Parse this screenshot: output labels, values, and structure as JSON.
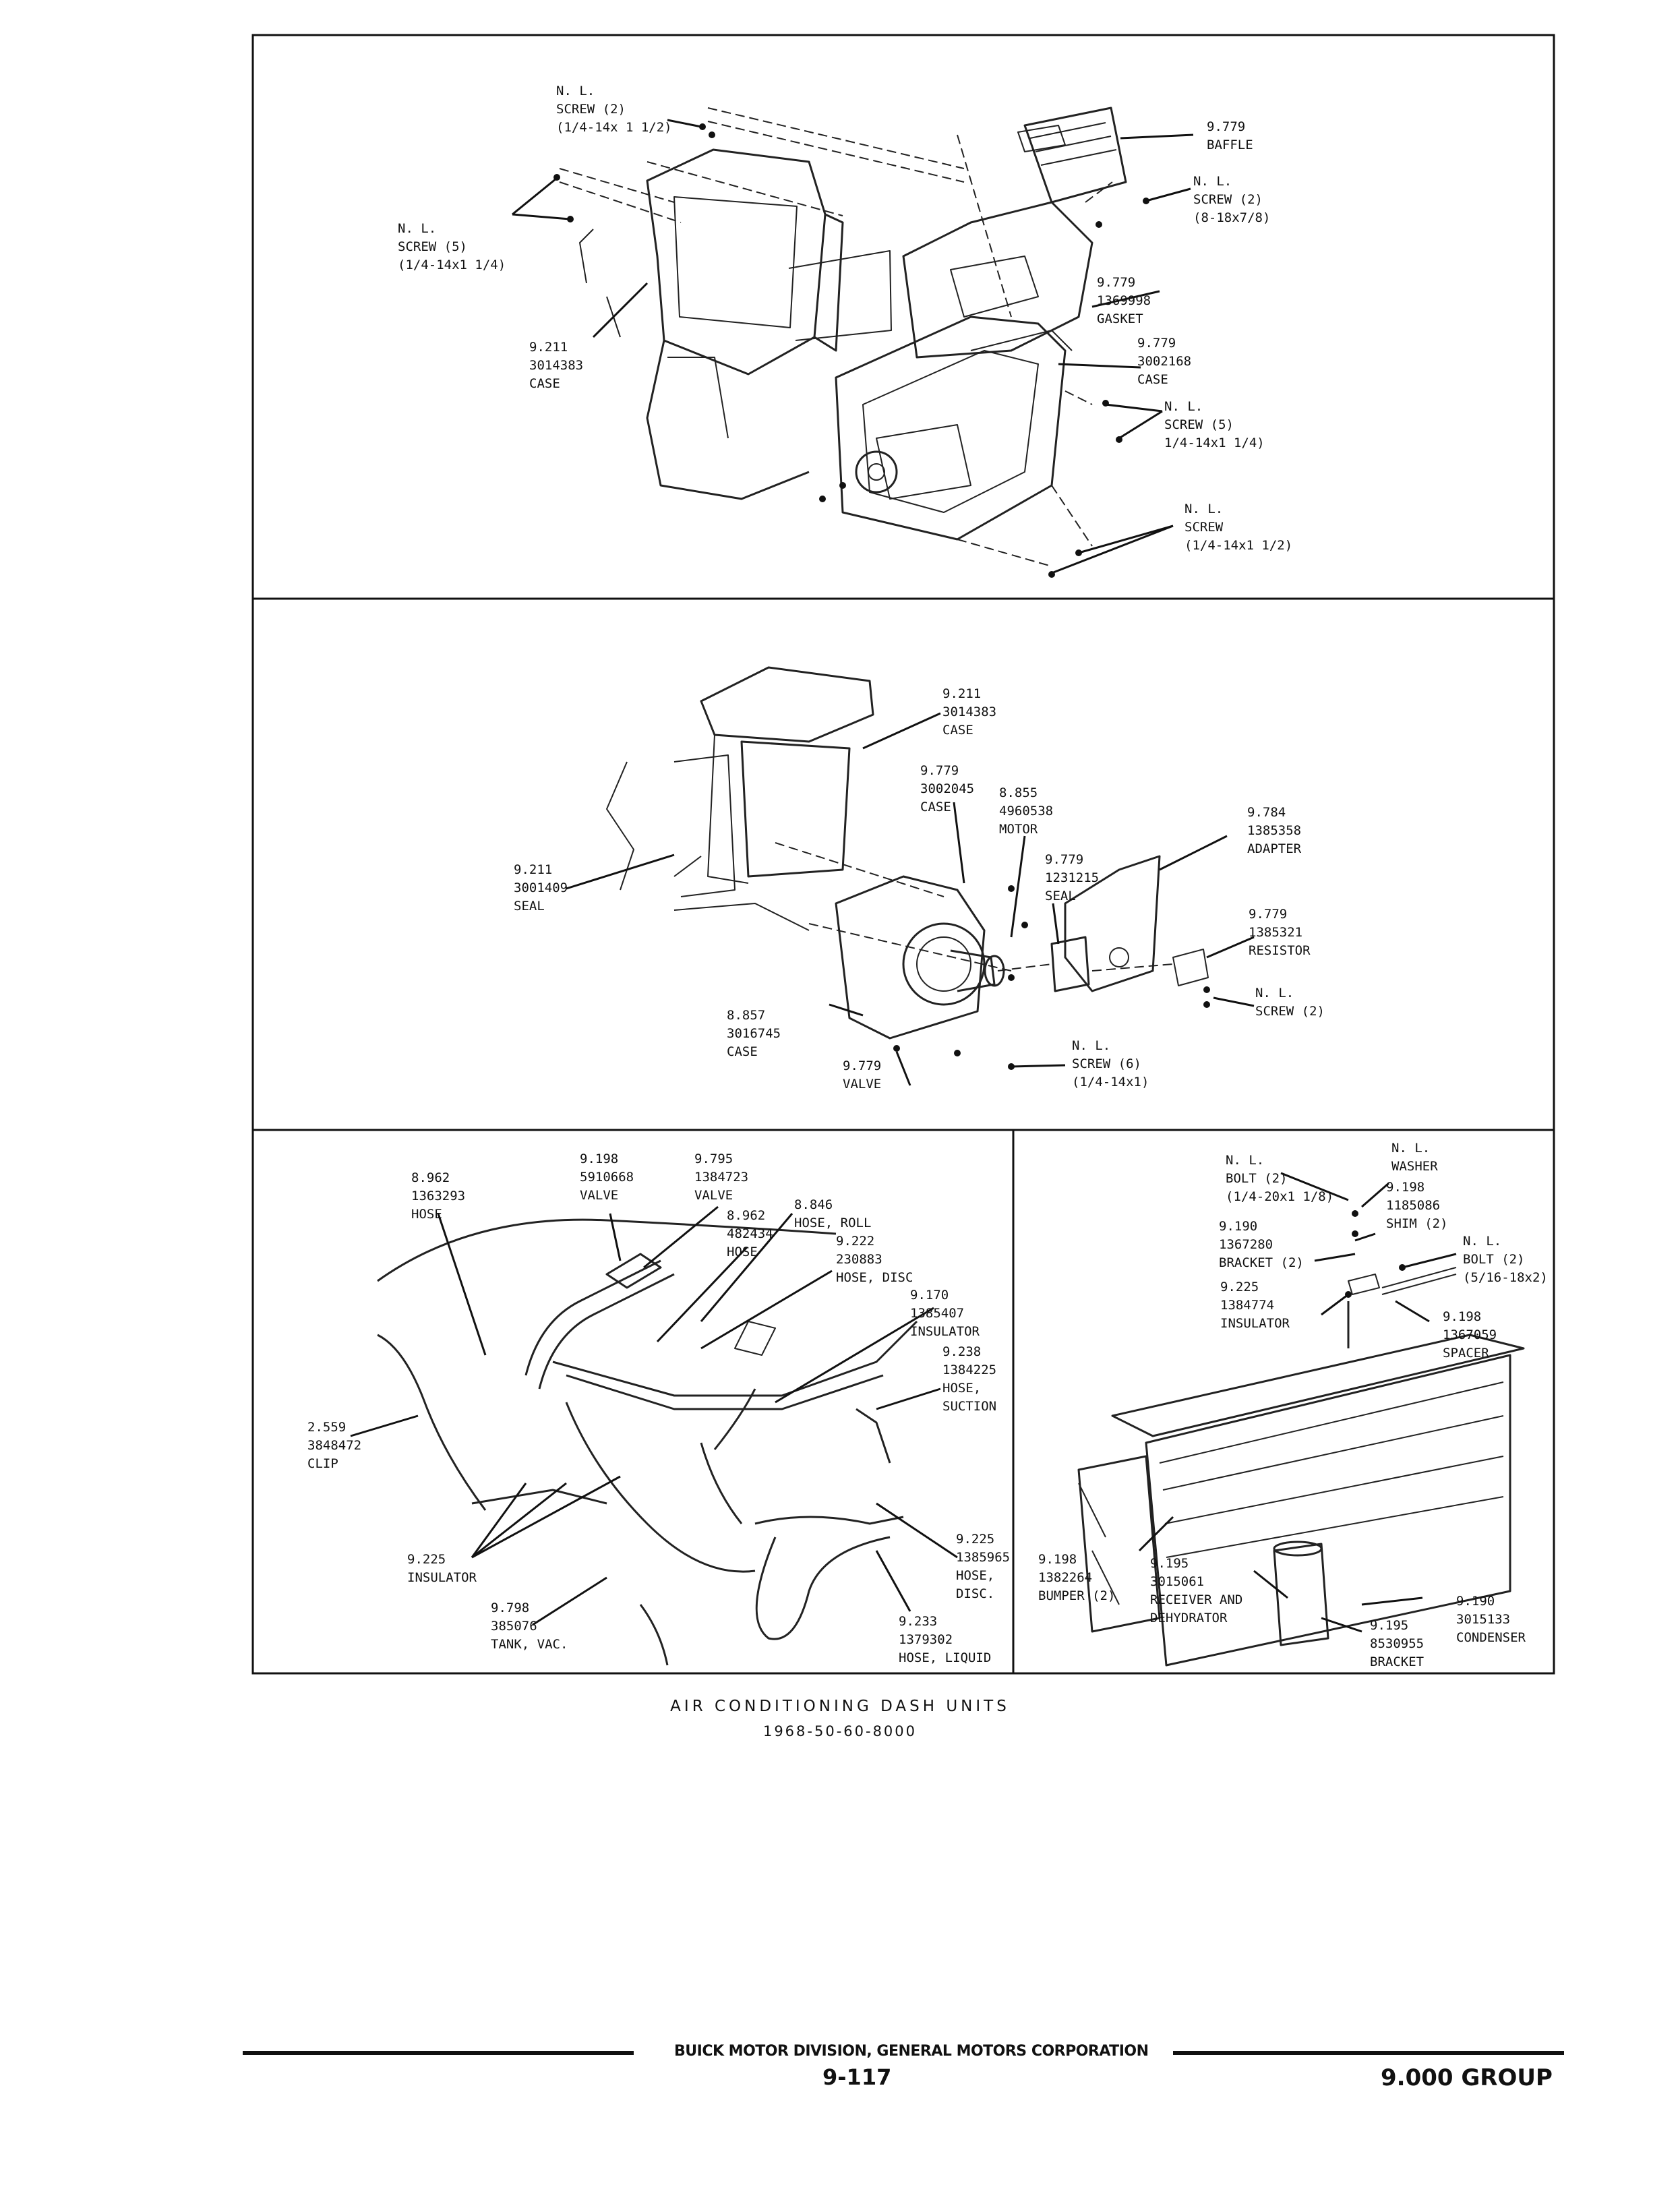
{
  "panels": [
    {
      "id": "top",
      "callouts": [
        {
          "lines": [
            "N. L.",
            "SCREW (2)",
            "(1/4-14x 1 1/2)"
          ]
        },
        {
          "lines": [
            "9.779",
            "BAFFLE"
          ]
        },
        {
          "lines": [
            "N. L.",
            "SCREW (2)",
            "(8-18x7/8)"
          ]
        },
        {
          "lines": [
            "N. L.",
            "SCREW (5)",
            "(1/4-14x1 1/4)"
          ]
        },
        {
          "lines": [
            "9.779",
            "1369998",
            "GASKET"
          ]
        },
        {
          "lines": [
            "9.211",
            "3014383",
            "CASE"
          ]
        },
        {
          "lines": [
            "9.779",
            "3002168",
            "CASE"
          ]
        },
        {
          "lines": [
            "N. L.",
            "SCREW (5)",
            "1/4-14x1 1/4)"
          ]
        },
        {
          "lines": [
            "N. L.",
            "SCREW",
            "(1/4-14x1 1/2)"
          ]
        }
      ]
    },
    {
      "id": "middle",
      "callouts": [
        {
          "lines": [
            "9.211",
            "3014383",
            "CASE"
          ]
        },
        {
          "lines": [
            "9.779",
            "3002045",
            "CASE"
          ]
        },
        {
          "lines": [
            "8.855",
            "4960538",
            "MOTOR"
          ]
        },
        {
          "lines": [
            "9.784",
            "1385358",
            "ADAPTER"
          ]
        },
        {
          "lines": [
            "9.211",
            "3001409",
            "SEAL"
          ]
        },
        {
          "lines": [
            "9.779",
            "1231215",
            "SEAL"
          ]
        },
        {
          "lines": [
            "9.779",
            "1385321",
            "RESISTOR"
          ]
        },
        {
          "lines": [
            "N. L.",
            "SCREW (2)"
          ]
        },
        {
          "lines": [
            "8.857",
            "3016745",
            "CASE"
          ]
        },
        {
          "lines": [
            "N. L.",
            "SCREW (6)",
            "(1/4-14x1)"
          ]
        },
        {
          "lines": [
            "9.779",
            "VALVE"
          ]
        }
      ]
    },
    {
      "id": "bottom-left",
      "callouts": [
        {
          "lines": [
            "8.962",
            "1363293",
            "HOSE"
          ]
        },
        {
          "lines": [
            "9.198",
            "5910668",
            "VALVE"
          ]
        },
        {
          "lines": [
            "9.795",
            "1384723",
            "VALVE"
          ]
        },
        {
          "lines": [
            "8.846",
            "HOSE, ROLL"
          ]
        },
        {
          "lines": [
            "8.962",
            "482434",
            "HOSE"
          ]
        },
        {
          "lines": [
            "9.222",
            "230883",
            "HOSE, DISC"
          ]
        },
        {
          "lines": [
            "9.170",
            "1385407",
            "INSULATOR"
          ]
        },
        {
          "lines": [
            "9.238",
            "1384225",
            "HOSE,",
            "SUCTION"
          ]
        },
        {
          "lines": [
            "2.559",
            "3848472",
            "CLIP"
          ]
        },
        {
          "lines": [
            "9.225",
            "INSULATOR"
          ]
        },
        {
          "lines": [
            "9.225",
            "1385965",
            "HOSE,",
            "DISC."
          ]
        },
        {
          "lines": [
            "9.798",
            "385076",
            "TANK, VAC."
          ]
        },
        {
          "lines": [
            "9.233",
            "1379302",
            "HOSE, LIQUID"
          ]
        }
      ]
    },
    {
      "id": "bottom-right",
      "callouts": [
        {
          "lines": [
            "N. L.",
            "BOLT (2)",
            "(1/4-20x1 1/8)"
          ]
        },
        {
          "lines": [
            "N. L.",
            "WASHER"
          ]
        },
        {
          "lines": [
            "9.198",
            "1185086",
            "SHIM (2)"
          ]
        },
        {
          "lines": [
            "9.190",
            "1367280",
            "BRACKET (2)"
          ]
        },
        {
          "lines": [
            "N. L.",
            "BOLT (2)",
            "(5/16-18x2)"
          ]
        },
        {
          "lines": [
            "9.225",
            "1384774",
            "INSULATOR"
          ]
        },
        {
          "lines": [
            "9.198",
            "1367059",
            "SPACER"
          ]
        },
        {
          "lines": [
            "9.198",
            "1382264",
            "BUMPER (2)"
          ]
        },
        {
          "lines": [
            "9.195",
            "3015061",
            "RECEIVER AND",
            "DEHYDRATOR"
          ]
        },
        {
          "lines": [
            "9.190",
            "3015133",
            "CONDENSER"
          ]
        },
        {
          "lines": [
            "9.195",
            "8530955",
            "BRACKET"
          ]
        }
      ]
    }
  ],
  "caption": {
    "title": "AIR CONDITIONING DASH UNITS",
    "code": "1968-50-60-8000"
  },
  "footer": {
    "publisher": "BUICK MOTOR DIVISION, GENERAL MOTORS CORPORATION",
    "page": "9-117",
    "group": "9.000 GROUP"
  }
}
